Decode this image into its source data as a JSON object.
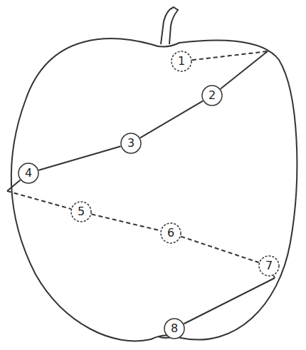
{
  "diagram": {
    "nodes": [
      {
        "text": [
          "1"
        ]
      },
      {
        "text": [
          "2"
        ]
      },
      {
        "text": [
          "3"
        ]
      },
      {
        "text": [
          "4"
        ]
      },
      {
        "text": [
          "5"
        ]
      },
      {
        "text": [
          "6"
        ]
      },
      {
        "text": [
          "7"
        ]
      },
      {
        "text": [
          "8"
        ]
      }
    ],
    "edges": [
      {
        "from": 0,
        "to": 1,
        "arrow": "none"
      },
      {
        "from": 1,
        "to": 2,
        "arrow": "none"
      },
      {
        "from": 2,
        "to": 3,
        "arrow": "none"
      },
      {
        "from": 3,
        "to": 4,
        "arrow": "none"
      },
      {
        "from": 4,
        "to": 5,
        "arrow": "none"
      },
      {
        "from": 5,
        "to": 6,
        "arrow": "none"
      },
      {
        "from": 6,
        "to": 7,
        "arrow": "none"
      }
    ]
  }
}
